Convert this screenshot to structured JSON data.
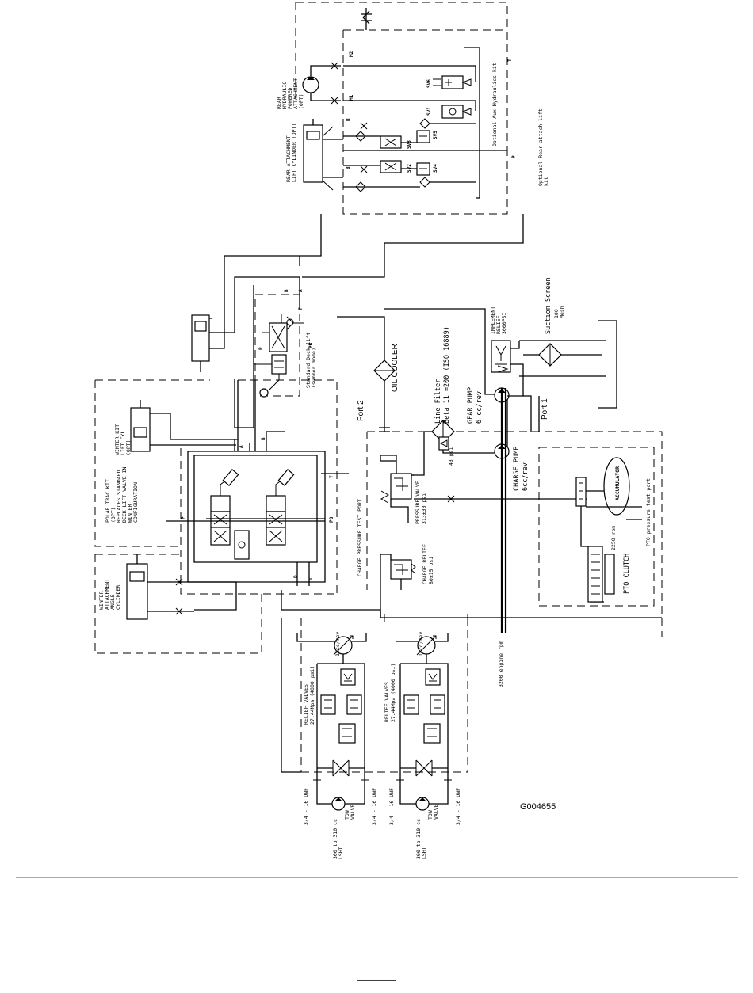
{
  "figure_id": "G004655",
  "labels": {
    "rear_hydraulic_motor": [
      "REAR",
      "HYDRAULIC",
      "POWERED",
      "ATTACHMENT",
      "(OPT)"
    ],
    "rear_attach_cyl": [
      "REAR ATTACHMENT",
      "LIFT CYLINDER (OPT)"
    ],
    "opt_aux_kit": "Optional Aux Hydraulics kit",
    "opt_rear_kit": [
      "Optional Rear attach lift",
      "kit"
    ],
    "port_m2": "M2",
    "port_m1": "M1",
    "port_t_top": "T",
    "port_p_top": "P",
    "port_b1": "B",
    "port_b2": "B",
    "sv6": "SV6",
    "sv1": "SV1",
    "sv3": "SV3",
    "sv5": "SV5",
    "sv2": "SV2",
    "sv4": "SV4",
    "deck_lift": [
      "Standard Deck lift",
      "(summer mode)"
    ],
    "port_a_deck": "A",
    "port_b_deck": "B",
    "port_t_deck": "T",
    "port_p_deck": "P",
    "port_pb_deck": "PB",
    "oil_cooler": "OIL COOLER",
    "port2": "Port 2",
    "port1": "Port 1",
    "line_filter": [
      "Line Filter",
      "Beta 11 =200 (ISO 16889)"
    ],
    "gear_pump": [
      "GEAR PUMP",
      "6 cc/rev"
    ],
    "implement_relief": [
      "IMPLEMENT",
      "RELIEF",
      "3000PSI"
    ],
    "suction_screen": [
      "Suction Screen",
      "100",
      "Mesh"
    ],
    "psi_43": "43 psi",
    "charge_pump": [
      "CHARGE PUMP",
      "6cc/rev"
    ],
    "accumulator": "ACCUMULATOR",
    "pto_test_port": "PTO pressure test port",
    "pto_clutch": "PTO CLUTCH",
    "rpm_2250": "2250 rpm",
    "pressure_valve": [
      "PRESSURE VALVE",
      "313±30 psi"
    ],
    "charge_relief": [
      "CHARGE RELIEF",
      "80±15 psi"
    ],
    "charge_test_port": "CHARGE PRESSURE TEST PORT",
    "winter_kit_cyl": [
      "WINTER KIT",
      "LIFT CYL",
      "(OPT)"
    ],
    "polar_trac": [
      "POLAR TRAC KIT",
      "(OPT)",
      "REPLACES STANDARD",
      "DECK LIFT VALVE IN",
      "WINTER",
      "CONFIGURATION"
    ],
    "winter_angle_cyl": [
      "WINTER",
      "ATTACHMENT",
      "ANGLE",
      "CYLINDER"
    ],
    "polar_ports": {
      "a": "A",
      "b": "B",
      "p": "P",
      "t": "T",
      "pb": "PB",
      "d": "D",
      "c": "C"
    },
    "relief_valves_1": [
      "RELIEF VALVES",
      "27.44Mpa (4000 psi)"
    ],
    "relief_valves_2": [
      "RELIEF VALVES",
      "27.44Mpa (4000 psi)"
    ],
    "pump_1": "18cc/rev",
    "pump_2": "18cc/rev",
    "tow_valve_1": [
      "TOW",
      "VALVE"
    ],
    "tow_valve_2": [
      "TOW",
      "VALVE"
    ],
    "unf_1": "3/4 - 16 UNF",
    "unf_2": "3/4 - 16 UNF",
    "unf_3": "3/4 - 16 UNF",
    "unf_4": "3/4 - 16 UNF",
    "motor_1": [
      "300 to 310 cc",
      "LSHT"
    ],
    "motor_2": [
      "300 to 310 cc",
      "LSHT"
    ],
    "engine_rpm": "3200 engine rpm"
  }
}
